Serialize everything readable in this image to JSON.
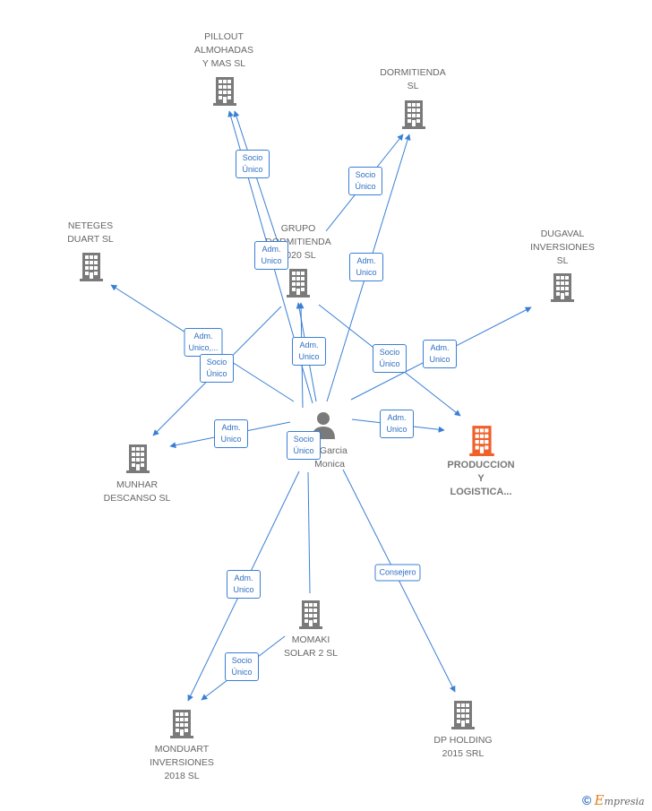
{
  "colors": {
    "edge": "#3a7fd5",
    "edge_label_border": "#3a7fd5",
    "edge_label_text": "#2e6fc3",
    "company_icon": "#7a7a7a",
    "highlight_icon": "#f0602a",
    "person_icon": "#7a7a7a",
    "node_text": "#666666"
  },
  "nodes": [
    {
      "id": "person",
      "type": "person",
      "icon": "person-icon",
      "label": "...Garcia\nMonica"
    },
    {
      "id": "pillout",
      "type": "company",
      "icon": "building-icon",
      "label": "PILLOUT\nALMOHADAS\nY MAS  SL"
    },
    {
      "id": "dormitienda",
      "type": "company",
      "icon": "building-icon",
      "label": "DORMITIENDA\nSL"
    },
    {
      "id": "grupo",
      "type": "company",
      "icon": "building-icon",
      "label": "GRUPO\nDORMITIENDA\n2020  SL"
    },
    {
      "id": "neteges",
      "type": "company",
      "icon": "building-icon",
      "label": "NETEGES\nDUART SL"
    },
    {
      "id": "dugaval",
      "type": "company",
      "icon": "building-icon",
      "label": "DUGAVAL\nINVERSIONES\nSL"
    },
    {
      "id": "produccion",
      "type": "company-highlight",
      "icon": "building-icon",
      "label": "PRODUCCION\nY\nLOGISTICA..."
    },
    {
      "id": "munhar",
      "type": "company",
      "icon": "building-icon",
      "label": "MUNHAR\nDESCANSO  SL"
    },
    {
      "id": "momaki",
      "type": "company",
      "icon": "building-icon",
      "label": "MOMAKI\nSOLAR 2 SL"
    },
    {
      "id": "monduart",
      "type": "company",
      "icon": "building-icon",
      "label": "MONDUART\nINVERSIONES\n2018  SL"
    },
    {
      "id": "dpholding",
      "type": "company",
      "icon": "building-icon",
      "label": "DP HOLDING\n2015 SRL"
    }
  ],
  "edge_labels": [
    {
      "id": "socio-pillout",
      "text": "Socio\nÚnico"
    },
    {
      "id": "adm-pillout",
      "text": "Adm.\nUnico"
    },
    {
      "id": "socio-dormitienda",
      "text": "Socio\nÚnico"
    },
    {
      "id": "adm-dormitienda",
      "text": "Adm.\nUnico"
    },
    {
      "id": "adm-neteges",
      "text": "Adm.\nUnico,..."
    },
    {
      "id": "socio-munhar-a",
      "text": "Socio\nÚnico"
    },
    {
      "id": "adm-grupo",
      "text": "Adm.\nUnico"
    },
    {
      "id": "socio-produccion",
      "text": "Socio\nÚnico"
    },
    {
      "id": "adm-dugaval",
      "text": "Adm.\nUnico"
    },
    {
      "id": "adm-munhar",
      "text": "Adm.\nUnico"
    },
    {
      "id": "socio-center",
      "text": "Socio\nÚnico"
    },
    {
      "id": "adm-produccion",
      "text": "Adm.\nUnico"
    },
    {
      "id": "adm-monduart",
      "text": "Adm.\nUnico"
    },
    {
      "id": "socio-monduart",
      "text": "Socio\nÚnico"
    },
    {
      "id": "consejero-dp",
      "text": "Consejero"
    }
  ],
  "footer": {
    "copyright": "©",
    "brand_initial": "E",
    "brand_rest": "mpresia"
  }
}
